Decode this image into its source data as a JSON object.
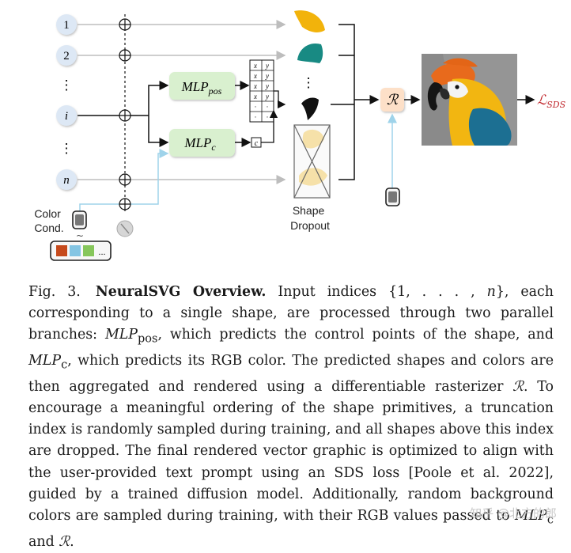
{
  "figure": {
    "indices": [
      "1",
      "2",
      "i",
      "n"
    ],
    "vdots": "⋮",
    "mlp_pos": {
      "base": "MLP",
      "sub": "pos"
    },
    "mlp_c": {
      "base": "MLP",
      "sub": "c"
    },
    "renderer": "ℛ",
    "loss": {
      "base": "ℒ",
      "sub": "SDS"
    },
    "grid_header": [
      "x",
      "y"
    ],
    "grid_dots": "·",
    "color_cell": "c",
    "color_cond_label": "Color\nCond.",
    "swatch_more": "...",
    "shape_dropout_label": "Shape\nDropout",
    "colors": {
      "node_fill": "#dde8f5",
      "mlp_fill": "#d9f0cf",
      "renderer_fill": "#fde0c8",
      "loss_color": "#c0282d",
      "arrow_gray": "#bdbdbd",
      "arrow_blue": "#9fd3ea",
      "shape1": "#f2b30b",
      "shape2": "#188a83",
      "swatch1": "#c64a1c",
      "swatch2": "#84c5e3",
      "swatch3": "#86c65b"
    }
  },
  "caption": {
    "label": "Fig. 3.",
    "title": "NeuralSVG Overview.",
    "body_parts": {
      "p1": "Input indices {1, . . . , ",
      "n": "n",
      "p2": "}, each corresponding to a single shape, are processed through two parallel branches: ",
      "mlp": "MLP",
      "pos": "pos",
      "p3": ", which predicts the control points of the shape, and ",
      "c": "c",
      "p4": ", which predicts its RGB color. The predicted shapes and colors are then aggregated and rendered using a differentiable rasterizer ",
      "R": "ℛ",
      "p5": ". To encourage a meaningful ordering of the shape primitives, a truncation index is randomly sampled during training, and all shapes above this index are dropped. The final rendered vector graphic is optimized to align with the user-provided text prompt using an SDS loss [Poole et al. 2022], guided by a trained diffusion model. Additionally, random background colors are sampled during training, with their RGB values passed to ",
      "p6": " and ",
      "p7": "."
    }
  },
  "watermark": "知乎 @北方的郎"
}
